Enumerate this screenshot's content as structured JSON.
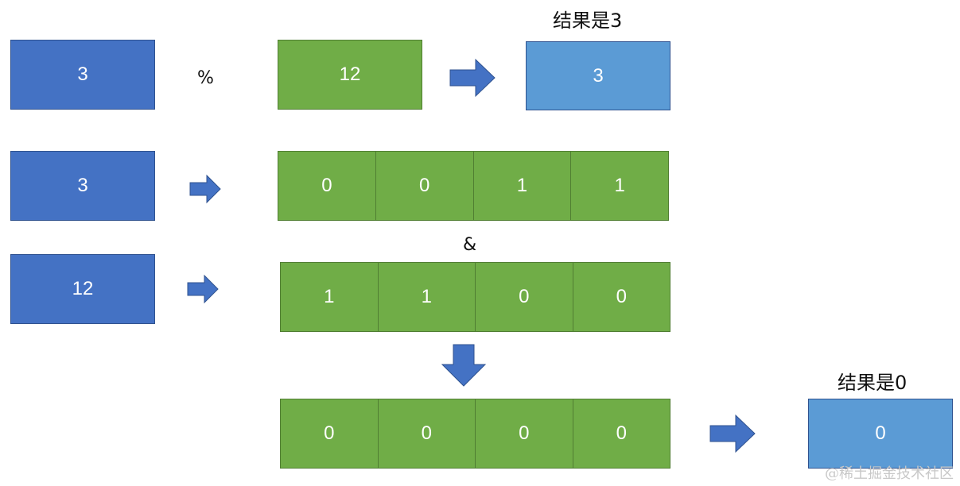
{
  "row1": {
    "left_value": "3",
    "operator": "%",
    "right_value": "12",
    "result_label": "结果是3",
    "result_value": "3"
  },
  "row2": {
    "value": "3",
    "bits": [
      "0",
      "0",
      "1",
      "1"
    ]
  },
  "and_operator": "&",
  "row3": {
    "value": "12",
    "bits": [
      "1",
      "1",
      "0",
      "0"
    ]
  },
  "result_bits": [
    "0",
    "0",
    "0",
    "0"
  ],
  "final": {
    "result_label": "结果是0",
    "result_value": "0"
  },
  "watermark": "@稀土掘金技术社区",
  "colors": {
    "dark_blue": "#4472c4",
    "light_blue": "#5b9bd5",
    "green": "#70ad47"
  }
}
